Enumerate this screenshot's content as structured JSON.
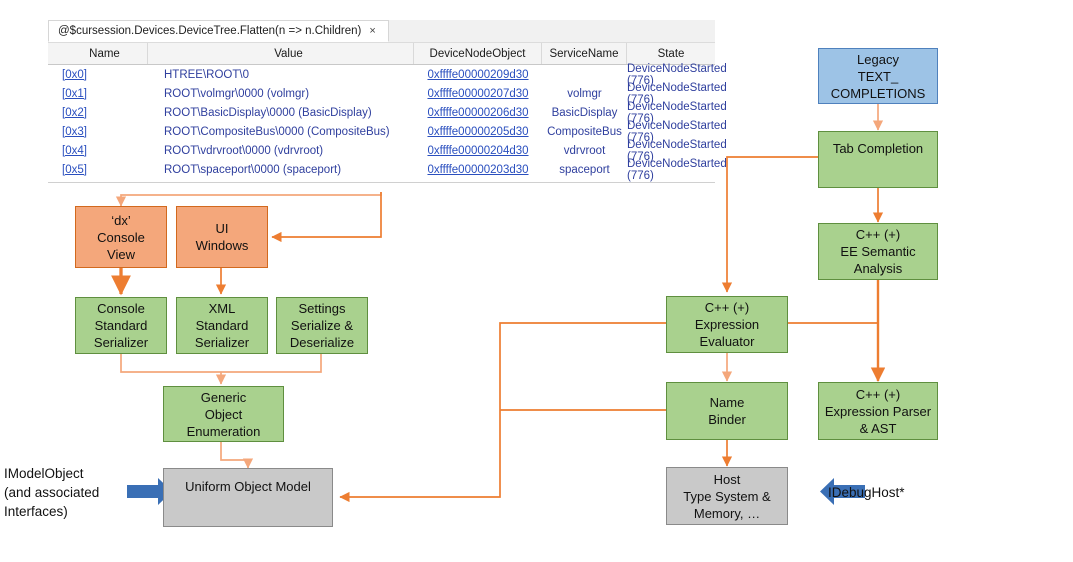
{
  "window": {
    "tab_title": "@$cursession.Devices.DeviceTree.Flatten(n => n.Children)",
    "tab_close": "×"
  },
  "grid": {
    "columns": [
      "Name",
      "Value",
      "DeviceNodeObject",
      "ServiceName",
      "State"
    ],
    "rows": [
      {
        "name": "[0x0]",
        "value": "HTREE\\ROOT\\0",
        "device_node_object": "0xffffe00000209d30",
        "service_name": "",
        "state": "DeviceNodeStarted (776)"
      },
      {
        "name": "[0x1]",
        "value": "ROOT\\volmgr\\0000 (volmgr)",
        "device_node_object": "0xffffe00000207d30",
        "service_name": "volmgr",
        "state": "DeviceNodeStarted (776)"
      },
      {
        "name": "[0x2]",
        "value": "ROOT\\BasicDisplay\\0000 (BasicDisplay)",
        "device_node_object": "0xffffe00000206d30",
        "service_name": "BasicDisplay",
        "state": "DeviceNodeStarted (776)"
      },
      {
        "name": "[0x3]",
        "value": "ROOT\\CompositeBus\\0000 (CompositeBus)",
        "device_node_object": "0xffffe00000205d30",
        "service_name": "CompositeBus",
        "state": "DeviceNodeStarted (776)"
      },
      {
        "name": "[0x4]",
        "value": "ROOT\\vdrvroot\\0000 (vdrvroot)",
        "device_node_object": "0xffffe00000204d30",
        "service_name": "vdrvroot",
        "state": "DeviceNodeStarted (776)"
      },
      {
        "name": "[0x5]",
        "value": "ROOT\\spaceport\\0000 (spaceport)",
        "device_node_object": "0xffffe00000203d30",
        "service_name": "spaceport",
        "state": "DeviceNodeStarted (776)"
      }
    ]
  },
  "diagram": {
    "nodes": {
      "dx_console_view": "‘dx’\nConsole\nView",
      "ui_windows": "UI\nWindows",
      "console_standard_serializer": "Console\nStandard\nSerializer",
      "xml_standard_serializer": "XML\nStandard\nSerializer",
      "settings_serialize_deserialize": "Settings\nSerialize &\nDeserialize",
      "generic_object_enumeration": "Generic\nObject\nEnumeration",
      "uniform_object_model": "Uniform Object Model",
      "legacy_text_completions": "Legacy\nTEXT_\nCOMPLETIONS",
      "tab_completion": "Tab Completion",
      "ee_semantic_analysis": "C++ (+)\nEE Semantic\nAnalysis",
      "expression_evaluator": "C++ (+)\nExpression\nEvaluator",
      "name_binder": "Name\nBinder",
      "expression_parser_ast": "C++ (+)\nExpression Parser\n& AST",
      "host_type_system_memory": "Host\nType System &\nMemory, …"
    },
    "labels": {
      "imodelobject": "IModelObject\n(and associated\nInterfaces)",
      "idebughost": "IDebugHost*"
    },
    "colors": {
      "green": "#A9D18E",
      "orange": "#F4A77B",
      "blue": "#9DC3E6",
      "gray": "#C9C9C9",
      "connector": "#ED7D31",
      "interface_arrow": "#3A6FB5"
    }
  }
}
